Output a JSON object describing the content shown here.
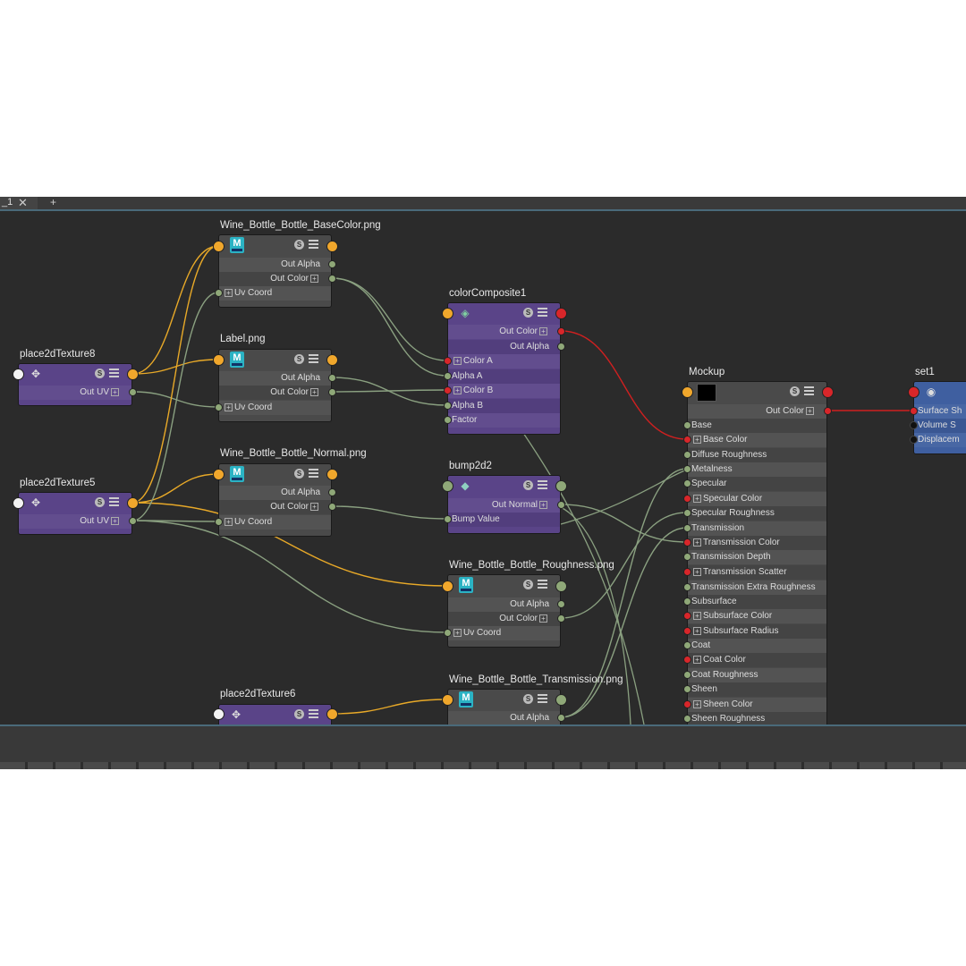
{
  "tabs": {
    "tab1_label": "_1",
    "close_glyph": "✕",
    "add_glyph": "+"
  },
  "colors": {
    "canvas": "#2b2b2b",
    "purple_node": "#5a4488",
    "gray_node": "#4a4a4a",
    "blue_node": "#3f5fa0",
    "edge_green": "#8aa080",
    "edge_orange": "#e8a928",
    "edge_red": "#d02020"
  },
  "icons": {
    "file_node": "maya-file-texture-icon",
    "place2d": "place2d-icon",
    "composite": "layered-texture-icon",
    "bump": "bump-icon",
    "set": "shading-group-icon",
    "solo": "S",
    "menu": "list-icon"
  },
  "nodes": {
    "basecolor": {
      "title": "Wine_Bottle_Bottle_BaseColor.png",
      "rows": [
        "Out Alpha",
        "Out Color",
        "Uv Coord"
      ]
    },
    "label": {
      "title": "Label.png",
      "rows": [
        "Out Alpha",
        "Out Color",
        "Uv Coord"
      ]
    },
    "normal": {
      "title": "Wine_Bottle_Bottle_Normal.png",
      "rows": [
        "Out Alpha",
        "Out Color",
        "Uv Coord"
      ]
    },
    "roughness": {
      "title": "Wine_Bottle_Bottle_Roughness.png",
      "rows": [
        "Out Alpha",
        "Out Color",
        "Uv Coord"
      ]
    },
    "transmission": {
      "title": "Wine_Bottle_Bottle_Transmission.png",
      "rows": [
        "Out Alpha"
      ]
    },
    "place8": {
      "title": "place2dTexture8",
      "rows": [
        "Out UV"
      ]
    },
    "place5": {
      "title": "place2dTexture5",
      "rows": [
        "Out UV"
      ]
    },
    "place6": {
      "title": "place2dTexture6",
      "rows": []
    },
    "composite": {
      "title": "colorComposite1",
      "rows": [
        "Out Color",
        "Out Alpha",
        "Color A",
        "Alpha A",
        "Color B",
        "Alpha B",
        "Factor"
      ]
    },
    "bump": {
      "title": "bump2d2",
      "rows": [
        "Out Normal",
        "Bump Value"
      ]
    },
    "mockup": {
      "title": "Mockup",
      "rows": [
        "Out Color",
        "Base",
        "Base Color",
        "Diffuse Roughness",
        "Metalness",
        "Specular",
        "Specular Color",
        "Specular Roughness",
        "Transmission",
        "Transmission Color",
        "Transmission Depth",
        "Transmission Scatter",
        "Transmission Extra Roughness",
        "Subsurface",
        "Subsurface Color",
        "Subsurface Radius",
        "Coat",
        "Coat Color",
        "Coat Roughness",
        "Sheen",
        "Sheen Color",
        "Sheen Roughness"
      ]
    },
    "set1": {
      "title": "set1",
      "rows": [
        "Surface Sh",
        "Volume S",
        "Displacem"
      ]
    }
  }
}
